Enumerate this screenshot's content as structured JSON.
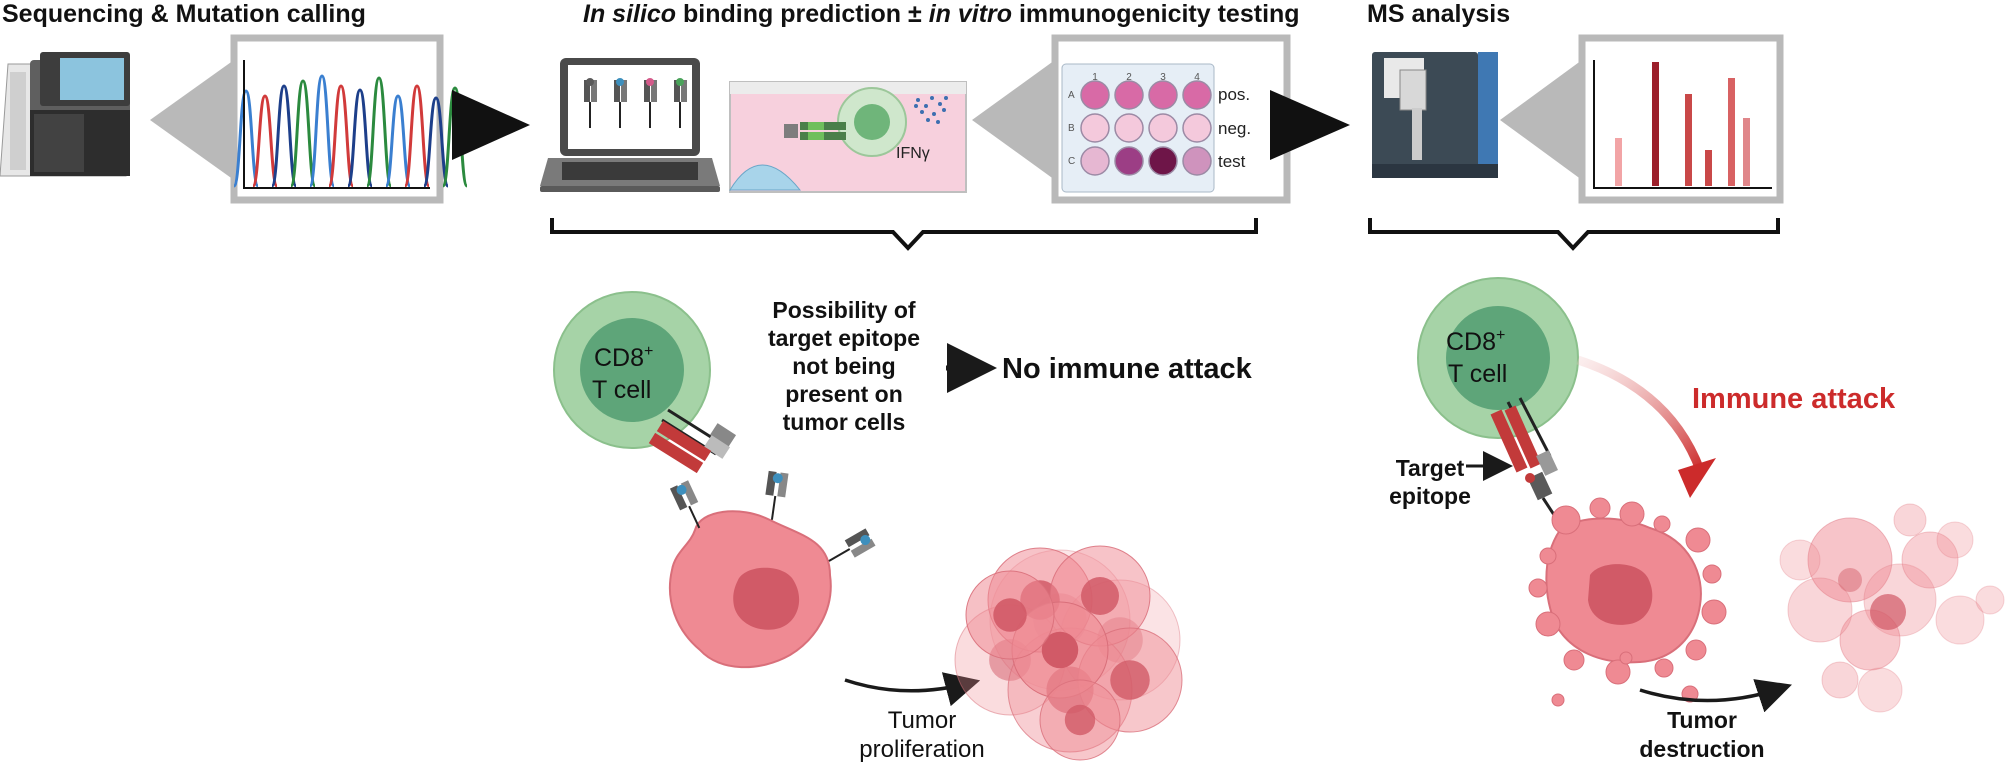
{
  "steps": {
    "sequencing": {
      "title": "Sequencing & Mutation calling"
    },
    "prediction": {
      "title_italic_1": "In silico",
      "title_plain_1": " binding prediction ± ",
      "title_italic_2": "in vitro",
      "title_plain_2": " immunogenicity testing"
    },
    "ms": {
      "title": "MS analysis"
    }
  },
  "elispot": {
    "columns": [
      "1",
      "2",
      "3",
      "4"
    ],
    "rows": [
      "A",
      "B",
      "C"
    ],
    "row_labels": [
      "pos.",
      "neg.",
      "test"
    ],
    "well_colors": [
      [
        "#d86aa6",
        "#d86aa6",
        "#d86aa6",
        "#d86aa6"
      ],
      [
        "#f4c9dc",
        "#f4c9dc",
        "#f4c9dc",
        "#f4c9dc"
      ],
      [
        "#e6b7d2",
        "#9c3e85",
        "#6e1548",
        "#cf93bd"
      ]
    ]
  },
  "assay": {
    "cytokine": "IFNγ"
  },
  "left_branch": {
    "cell_label_line1": "CD8",
    "cell_label_sup": "+",
    "cell_label_line2": "T cell",
    "note_lines": [
      "Possibility of",
      "target epitope",
      "not being",
      "present on",
      "tumor cells"
    ],
    "outcome": "No immune attack",
    "result_lines": [
      "Tumor",
      "proliferation"
    ]
  },
  "right_branch": {
    "cell_label_line1": "CD8",
    "cell_label_sup": "+",
    "cell_label_line2": "T cell",
    "epitope_lines": [
      "Target",
      "epitope"
    ],
    "outcome": "Immune attack",
    "result_lines": [
      "Tumor",
      "destruction"
    ]
  },
  "colors": {
    "tcell_outer": "#a6d3a7",
    "tcell_inner": "#5ea579",
    "tumor": "#ef8a93",
    "tumor_nucleus": "#d15a67",
    "immune_red": "#cc2b2b",
    "panel_grey": "#b9b9b9",
    "arrow_dark": "#1a1a1a"
  },
  "sanger_trace_colors": [
    "#3a7fd0",
    "#d13a3a",
    "#1d3f8a",
    "#2b8a3e"
  ],
  "ms_bar_colors": [
    "#f2a4a6",
    "#9c1f2b",
    "#c94848",
    "#c94848",
    "#d86263",
    "#e0868a"
  ],
  "icons": [
    "sequencer-icon",
    "laptop-icon",
    "petri-dish-icon",
    "elispot-plate-icon",
    "mass-spectrometer-icon",
    "tcell-icon",
    "tumor-cell-icon",
    "tcr-icon",
    "mhc-icon"
  ]
}
